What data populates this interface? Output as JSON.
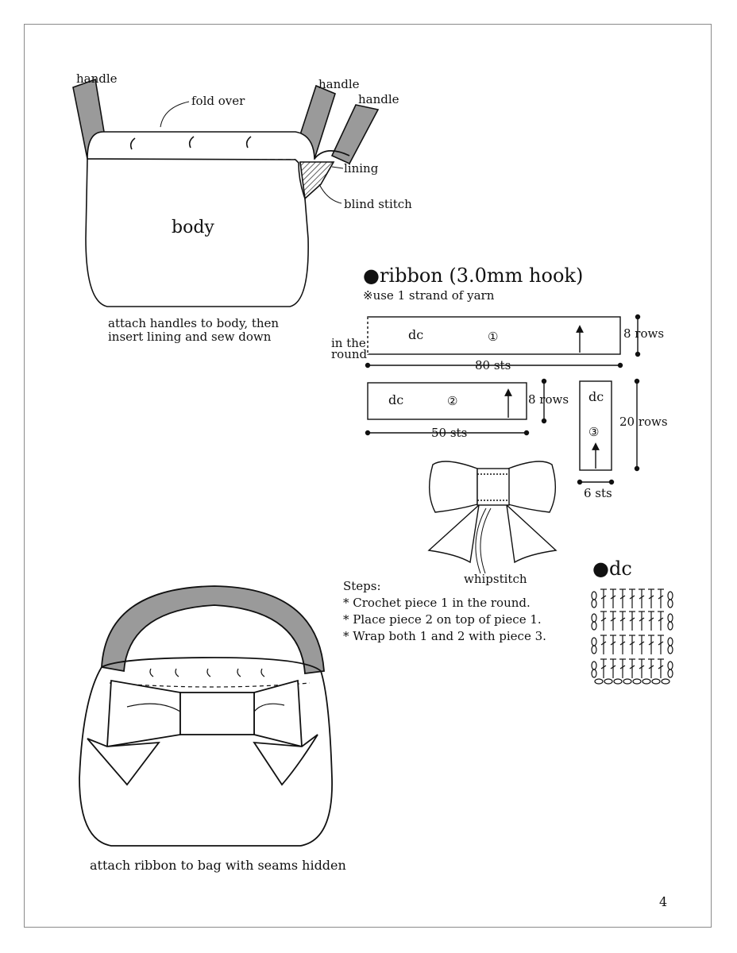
{
  "labels": {
    "handle_left": "handle",
    "handle_right_1": "handle",
    "handle_right_2": "handle",
    "fold_over": "fold over",
    "lining": "lining",
    "blind_stitch": "blind stitch",
    "body": "body",
    "caption_top_line1": "attach handles to body, then",
    "caption_top_line2": "insert lining and sew down",
    "ribbon_title": "ribbon (3.0mm hook)",
    "yarn_note": "※use 1 strand of yarn",
    "piece1_stitch": "dc",
    "piece1_number": "①",
    "piece1_rows": "8 rows",
    "piece1_width": "80 sts",
    "in_the_round_1": "in the",
    "in_the_round_2": "round",
    "piece2_stitch": "dc",
    "piece2_number": "②",
    "piece2_rows": "8 rows",
    "piece2_width": "50 sts",
    "piece3_stitch": "dc",
    "piece3_number": "③",
    "piece3_rows": "20 rows",
    "piece3_width": "6 sts",
    "whipstitch": "whipstitch",
    "dc_chart_title": "dc",
    "caption_bottom": "attach ribbon to bag with seams hidden",
    "page_number": "4"
  },
  "steps": {
    "heading": "Steps:",
    "items": [
      "* Crochet piece 1 in the round.",
      "* Place piece 2  on top of piece 1.",
      "* Wrap both 1 and 2 with piece 3."
    ]
  },
  "colors": {
    "handle_fill": "#9a9a9a",
    "ink": "#111111",
    "frame": "#8a8a8a"
  }
}
